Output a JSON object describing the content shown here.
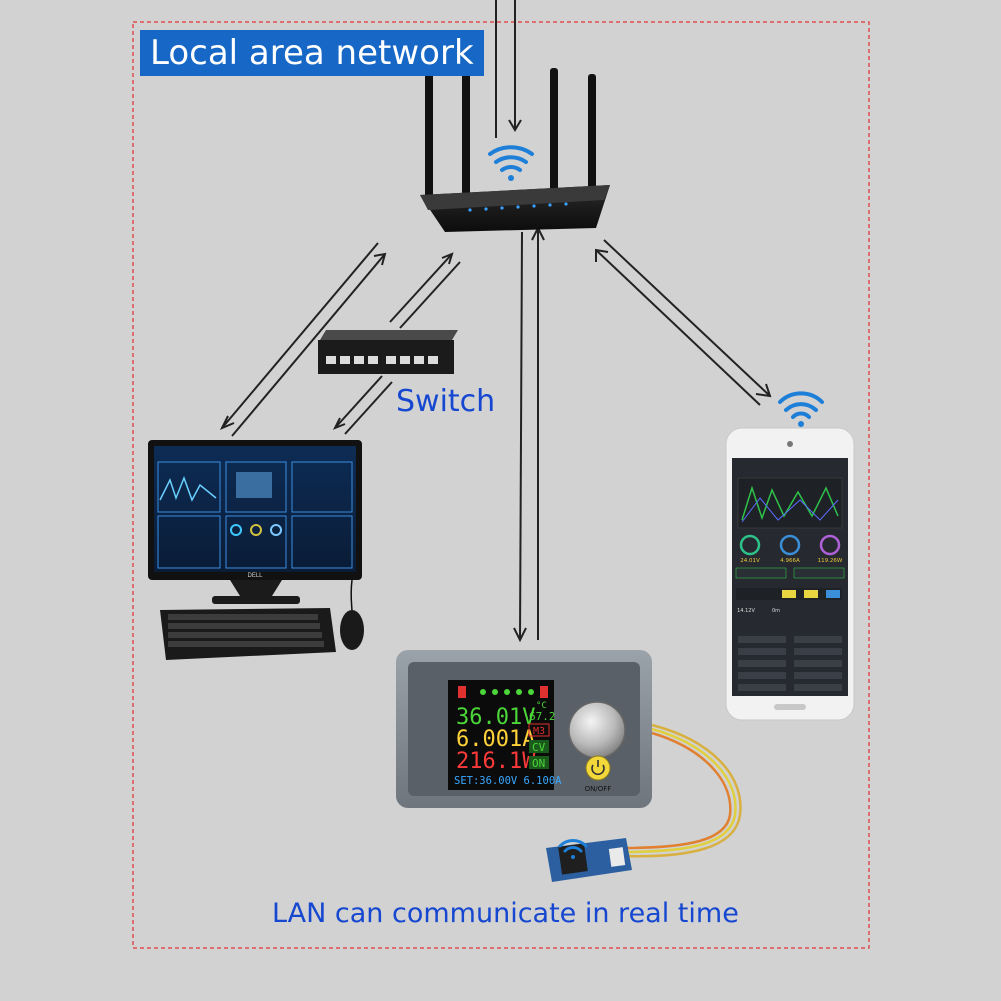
{
  "diagram": {
    "title": "Local area network",
    "switch_label": "Switch",
    "caption": "LAN can communicate in real time"
  },
  "monitor": {
    "brand": "DELL"
  },
  "power_supply": {
    "voltage": "36.01V",
    "current": "6.001A",
    "power": "216.1W",
    "temperature": "67.2",
    "temp_unit": "°C",
    "preset": "M3",
    "mode": "CV",
    "output_state": "ON",
    "set_line": "SET:36.00V 6.100A",
    "button_label": "ON/OFF"
  },
  "phone_app": {
    "voltage": "24.01V",
    "current": "4.966A",
    "power": "119.26W",
    "voltage_set": "14.12V",
    "time_value": "0m"
  },
  "colors": {
    "background": "#d2d2d2",
    "title_bg": "#1667c6",
    "label_blue": "#1547d0",
    "border_red": "#e05050",
    "wifi_blue": "#1e7fd8"
  },
  "icons": {
    "router_wifi": "wifi-icon",
    "phone_wifi": "wifi-icon",
    "module_wifi": "wifi-icon"
  }
}
